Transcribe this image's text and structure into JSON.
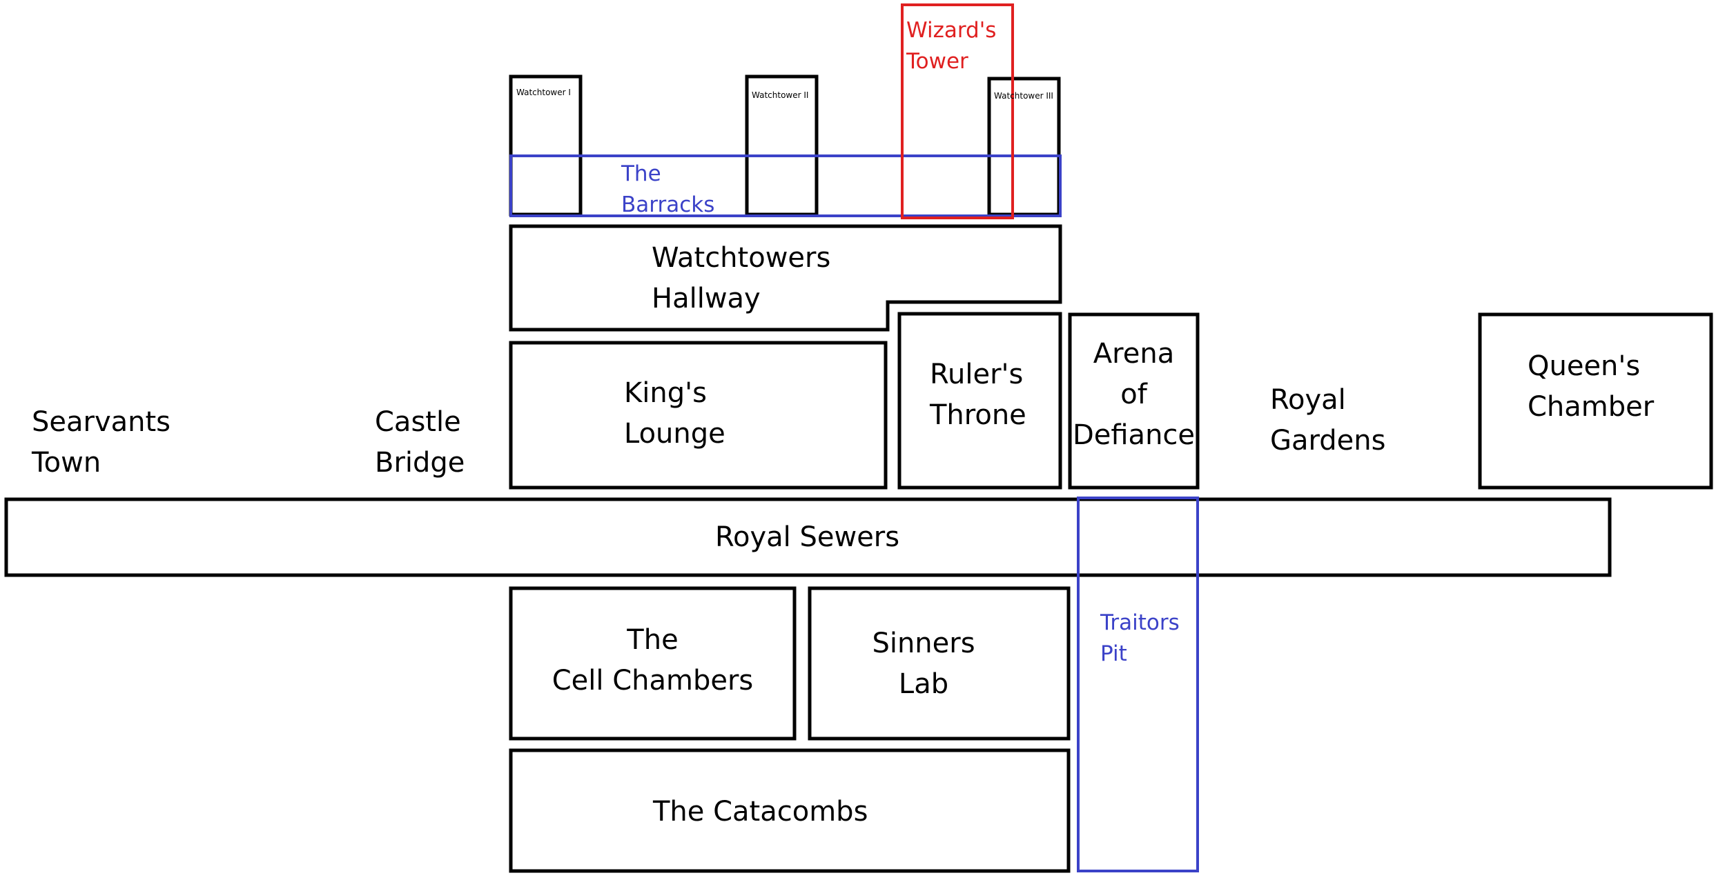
{
  "rooms": {
    "watchtower_1": "Watchtower I",
    "watchtower_2": "Watchtower II",
    "watchtower_3": "Watchtower III",
    "wizards_tower": "Wizard's\nTower",
    "barracks": "The\nBarracks",
    "watchtowers_hallway": "Watchtowers\nHallway",
    "kings_lounge": "King's\nLounge",
    "rulers_throne": "Ruler's\nThrone",
    "arena": "Arena\nof\nDefiance",
    "royal_gardens": "Royal\nGardens",
    "queens_chamber": "Queen's\nChamber",
    "servants_town": "Searvants\nTown",
    "castle_bridge": "Castle\nBridge",
    "royal_sewers": "Royal Sewers",
    "traitors_pit": "Traitors\nPit",
    "cell_chambers": "The\nCell Chambers",
    "sinners_lab": "Sinners\nLab",
    "catacombs": "The Catacombs"
  },
  "colors": {
    "outline": "#000000",
    "blue": "#3b42c8",
    "red": "#e02020"
  }
}
